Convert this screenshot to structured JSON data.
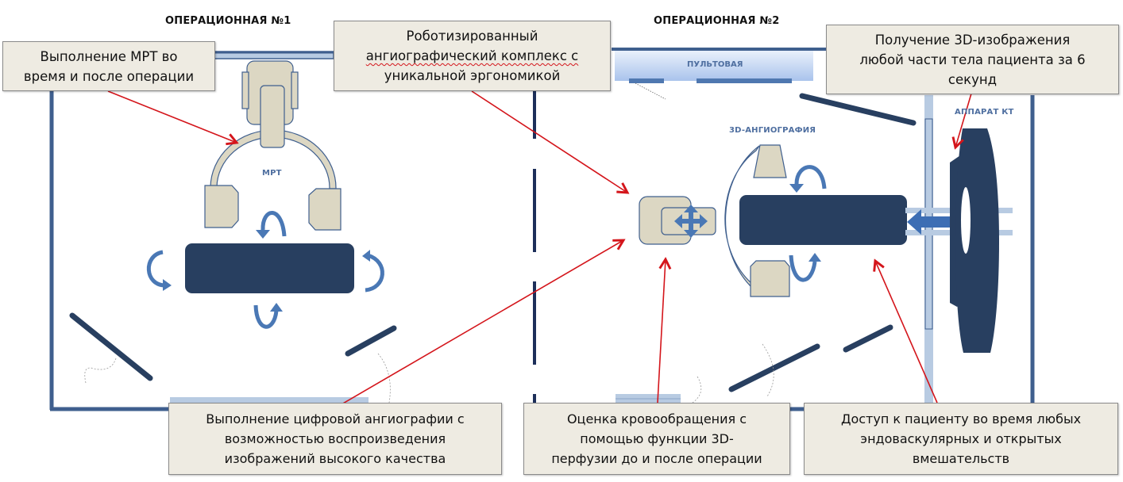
{
  "rooms": [
    {
      "id": "or1",
      "title": "ОПЕРАЦИОННАЯ №1"
    },
    {
      "id": "or2",
      "title": "ОПЕРАЦИОННАЯ №2"
    }
  ],
  "device_labels": {
    "mri": "МРТ",
    "angio3d": "3D-АНГИОГРАФИЯ",
    "control_room": "ПУЛЬТОВАЯ",
    "ct": "АППАРАТ КТ"
  },
  "callouts": {
    "mri_during_after": {
      "lines": [
        "Выполнение МРТ  во",
        "время  и после операции"
      ]
    },
    "robotic_angio": {
      "lines": [
        "Роботизированный",
        "ангиографический  комплекс с",
        "уникальной эргономикой"
      ]
    },
    "ct_3d": {
      "lines": [
        "Получение 3D-изображения",
        "любой части тела пациента за 6",
        "секунд"
      ]
    },
    "digital_angio": {
      "lines": [
        "Выполнение цифровой ангиографии с",
        "возможностью воспроизведения",
        "изображений  высокого качества"
      ]
    },
    "perfusion_3d": {
      "lines": [
        "Оценка кровообращения с",
        "помощью функции 3D-",
        "перфузии до и после операции"
      ]
    },
    "patient_access": {
      "lines": [
        "Доступ к пациенту во время любых",
        "эндоваскулярных и открытых",
        "вмешательств"
      ]
    }
  },
  "colors": {
    "wall": "#3f5f8e",
    "navy": "#283f60",
    "beige": "#dcd7c3",
    "light_blue": "#b8cbe2",
    "arrow_blue": "#4a78b5",
    "pointer_red": "#d4151b",
    "callout_bg": "#eeebe2"
  }
}
